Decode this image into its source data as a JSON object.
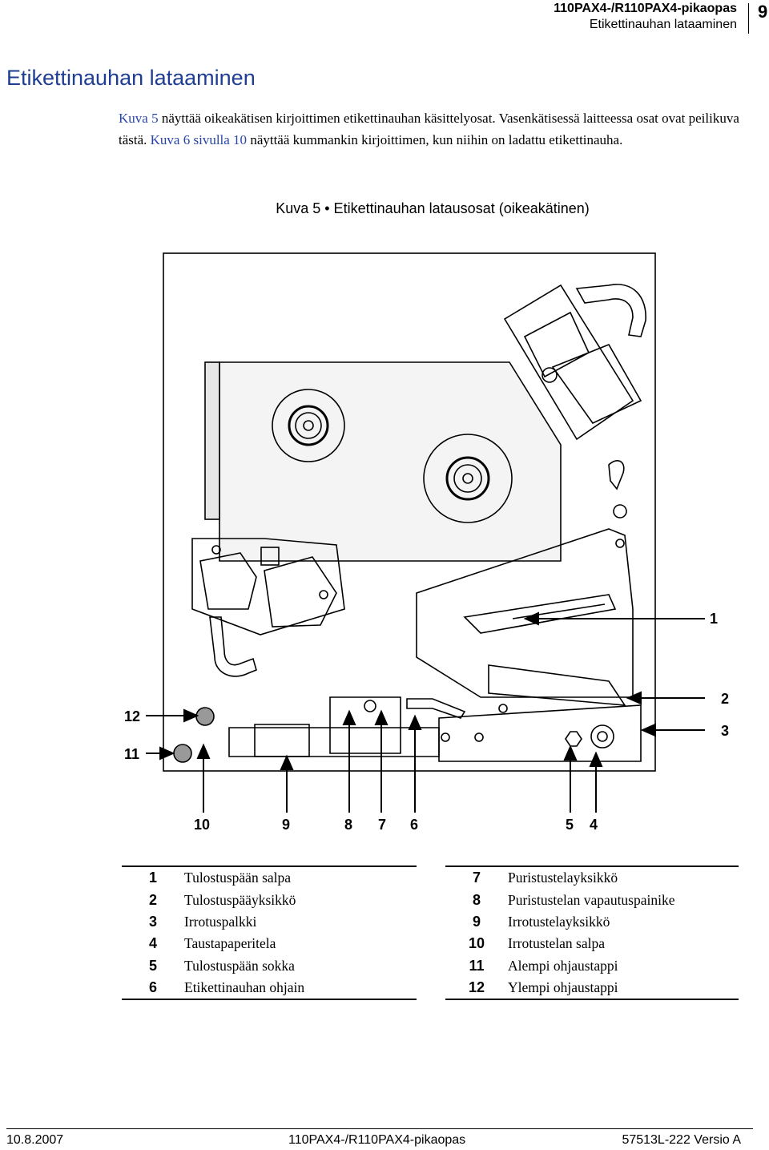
{
  "header": {
    "title": "110PAX4-/R110PAX4-pikaopas",
    "subtitle": "Etikettinauhan lataaminen",
    "page_number": "9"
  },
  "section_title": "Etikettinauhan lataaminen",
  "intro": {
    "p1_link": "Kuva 5",
    "p1_text": " näyttää oikeakätisen kirjoittimen etikettinauhan käsittelyosat. Vasenkätisessä laitteessa osat ovat peilikuva tästä. ",
    "p2_link": "Kuva 6 sivulla 10",
    "p2_text": " näyttää kummankin kirjoittimen, kun niihin on ladattu etikettinauha."
  },
  "figure": {
    "caption": "Kuva 5 • Etikettinauhan latausosat (oikeakätinen)",
    "callouts": [
      "1",
      "2",
      "3",
      "4",
      "5",
      "6",
      "7",
      "8",
      "9",
      "10",
      "11",
      "12"
    ]
  },
  "legend_left": [
    {
      "num": "1",
      "label": "Tulostuspään salpa"
    },
    {
      "num": "2",
      "label": "Tulostuspääyksikkö"
    },
    {
      "num": "3",
      "label": "Irrotuspalkki"
    },
    {
      "num": "4",
      "label": "Taustapaperitela"
    },
    {
      "num": "5",
      "label": "Tulostuspään sokka"
    },
    {
      "num": "6",
      "label": "Etikettinauhan ohjain"
    }
  ],
  "legend_right": [
    {
      "num": "7",
      "label": "Puristustelayksikkö"
    },
    {
      "num": "8",
      "label": "Puristustelan vapautuspainike"
    },
    {
      "num": "9",
      "label": "Irrotustelayksikkö"
    },
    {
      "num": "10",
      "label": "Irrotustelan salpa"
    },
    {
      "num": "11",
      "label": "Alempi ohjaustappi"
    },
    {
      "num": "12",
      "label": "Ylempi ohjaustappi"
    }
  ],
  "footer": {
    "date": "10.8.2007",
    "center": "110PAX4-/R110PAX4-pikaopas",
    "right": "57513L-222 Versio A"
  }
}
